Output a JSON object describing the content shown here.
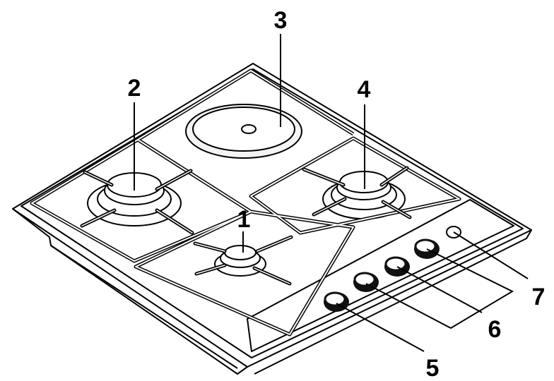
{
  "labels": {
    "one": "1",
    "two": "2",
    "three": "3",
    "four": "4",
    "five": "5",
    "six": "6",
    "seven": "7"
  },
  "colors": {
    "line": "#000000",
    "background": "#ffffff",
    "knob": "#111111",
    "pan_fill": "#f4f4f4"
  }
}
